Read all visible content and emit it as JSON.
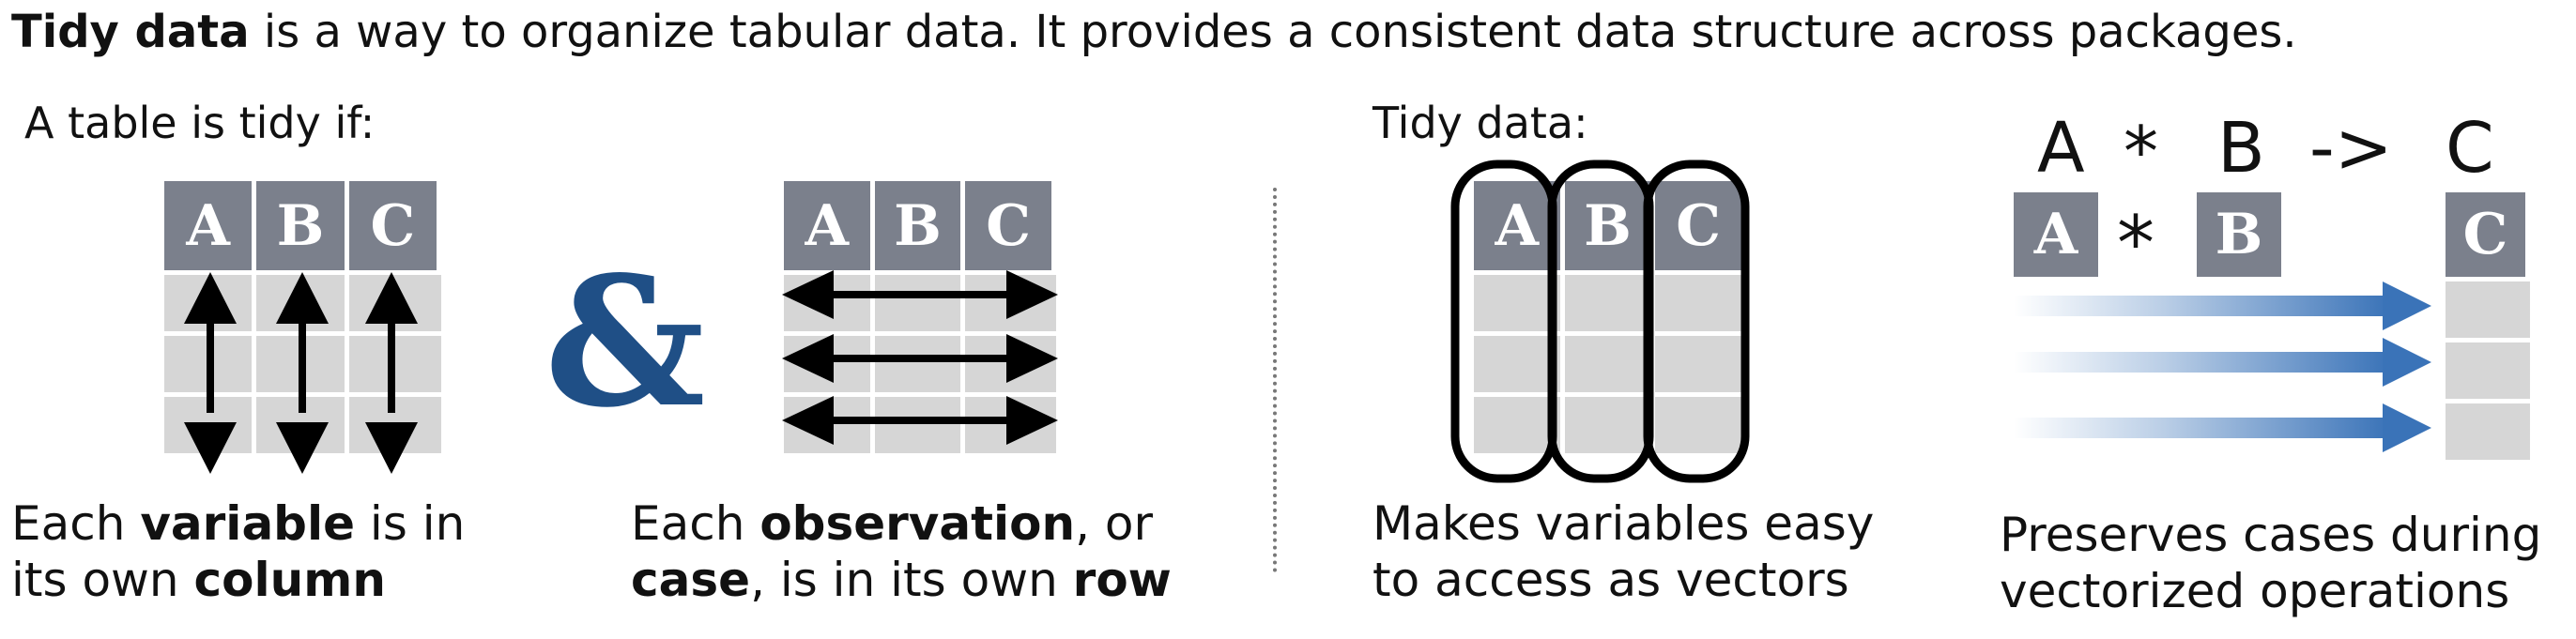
{
  "title": {
    "bold": "Tidy data",
    "rest": " is a way to organize tabular data. It provides a consistent data structure across packages."
  },
  "left": {
    "subtitle": "A table is tidy if:",
    "headers": [
      "A",
      "B",
      "C"
    ],
    "ampersand": "&",
    "caption1": {
      "line1_pre": "Each ",
      "line1_bold": "variable",
      "line1_post": " is in",
      "line2_pre": "its own ",
      "line2_bold": "column"
    },
    "caption2": {
      "line1_pre": "Each ",
      "line1_bold": "observation",
      "line1_post": ", or",
      "line2_bold1": "case",
      "line2_mid": ",  is in its own ",
      "line2_bold2": "row"
    }
  },
  "right": {
    "subtitle": "Tidy data:",
    "headers": [
      "A",
      "B",
      "C"
    ],
    "caption3": {
      "line1": "Makes variables easy",
      "line2": "to access as vectors"
    },
    "formula": {
      "a": "A",
      "star": "*",
      "b": "B",
      "arrow": "->",
      "c": "C"
    },
    "op_headers": [
      "A",
      "B",
      "C"
    ],
    "op_star": "*",
    "caption4": {
      "line1": "Preserves cases during",
      "line2": "vectorized operations"
    }
  },
  "colors": {
    "header": "#7b808c",
    "cell": "#d6d6d6",
    "ampersand": "#1f4f86",
    "arrow_blue": "#3a73b8"
  }
}
